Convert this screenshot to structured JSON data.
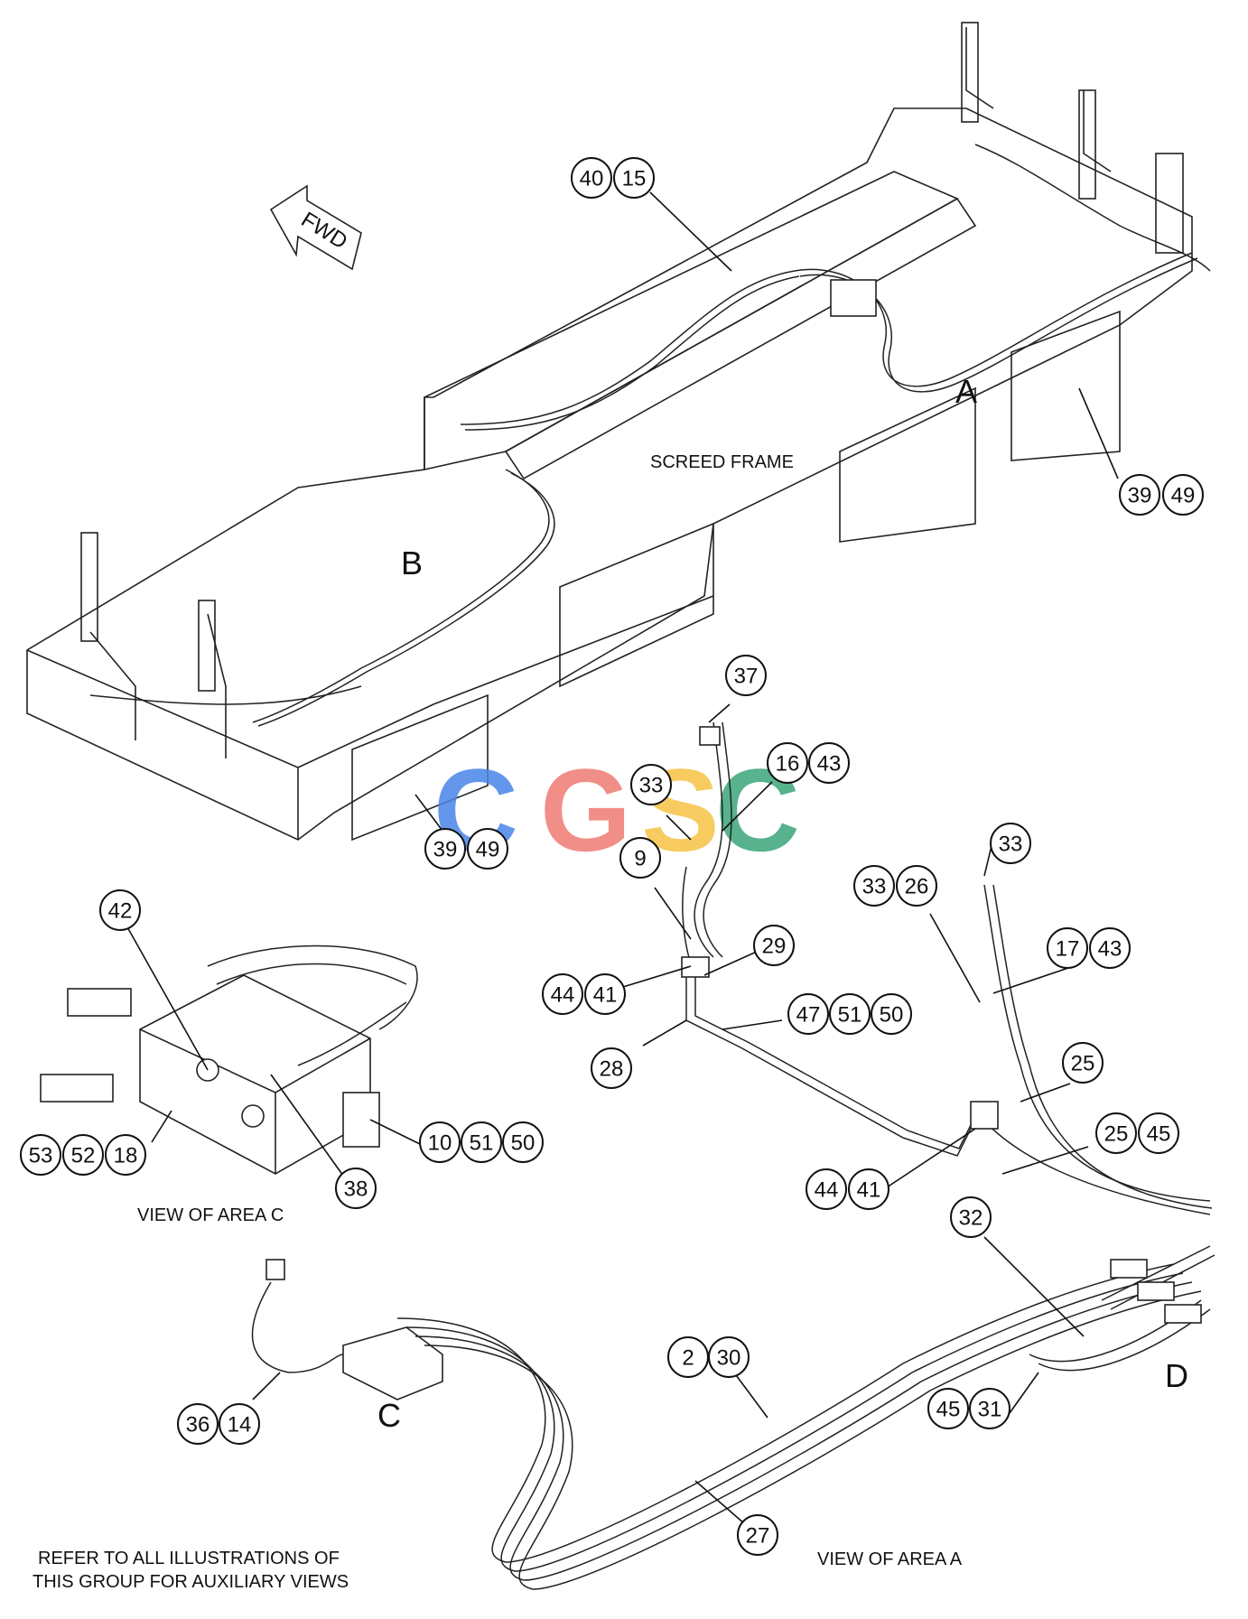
{
  "labels": {
    "fwd": "FWD",
    "screed_frame": "SCREED FRAME",
    "area_a": "A",
    "area_b": "B",
    "area_c": "C",
    "area_d": "D",
    "view_c": "VIEW OF AREA C",
    "view_a": "VIEW OF AREA A",
    "note_line1": "REFER TO ALL ILLUSTRATIONS OF",
    "note_line2": "THIS GROUP FOR AUXILIARY VIEWS"
  },
  "watermark": {
    "text": "CGSC",
    "colors": [
      "#4a86e8",
      "#ef7b73",
      "#f6c344",
      "#3aa57a"
    ]
  },
  "callouts": [
    {
      "id": "c40",
      "text": "40"
    },
    {
      "id": "c15",
      "text": "15"
    },
    {
      "id": "c39a",
      "text": "39"
    },
    {
      "id": "c49a",
      "text": "49"
    },
    {
      "id": "c39b",
      "text": "39"
    },
    {
      "id": "c49b",
      "text": "49"
    },
    {
      "id": "c37",
      "text": "37"
    },
    {
      "id": "c16",
      "text": "16"
    },
    {
      "id": "c43a",
      "text": "43"
    },
    {
      "id": "c33a",
      "text": "33"
    },
    {
      "id": "c9",
      "text": "9"
    },
    {
      "id": "c33b",
      "text": "33"
    },
    {
      "id": "c33c",
      "text": "33"
    },
    {
      "id": "c26",
      "text": "26"
    },
    {
      "id": "c17",
      "text": "17"
    },
    {
      "id": "c43b",
      "text": "43"
    },
    {
      "id": "c29",
      "text": "29"
    },
    {
      "id": "c44a",
      "text": "44"
    },
    {
      "id": "c41a",
      "text": "41"
    },
    {
      "id": "c47",
      "text": "47"
    },
    {
      "id": "c51a",
      "text": "51"
    },
    {
      "id": "c50a",
      "text": "50"
    },
    {
      "id": "c28",
      "text": "28"
    },
    {
      "id": "c25a",
      "text": "25"
    },
    {
      "id": "c25b",
      "text": "25"
    },
    {
      "id": "c45a",
      "text": "45"
    },
    {
      "id": "c44b",
      "text": "44"
    },
    {
      "id": "c41b",
      "text": "41"
    },
    {
      "id": "c42",
      "text": "42"
    },
    {
      "id": "c53",
      "text": "53"
    },
    {
      "id": "c52",
      "text": "52"
    },
    {
      "id": "c18",
      "text": "18"
    },
    {
      "id": "c10",
      "text": "10"
    },
    {
      "id": "c51b",
      "text": "51"
    },
    {
      "id": "c50b",
      "text": "50"
    },
    {
      "id": "c38",
      "text": "38"
    },
    {
      "id": "c32",
      "text": "32"
    },
    {
      "id": "c2",
      "text": "2"
    },
    {
      "id": "c30",
      "text": "30"
    },
    {
      "id": "c45b",
      "text": "45"
    },
    {
      "id": "c31",
      "text": "31"
    },
    {
      "id": "c36",
      "text": "36"
    },
    {
      "id": "c14",
      "text": "14"
    },
    {
      "id": "c27",
      "text": "27"
    }
  ]
}
